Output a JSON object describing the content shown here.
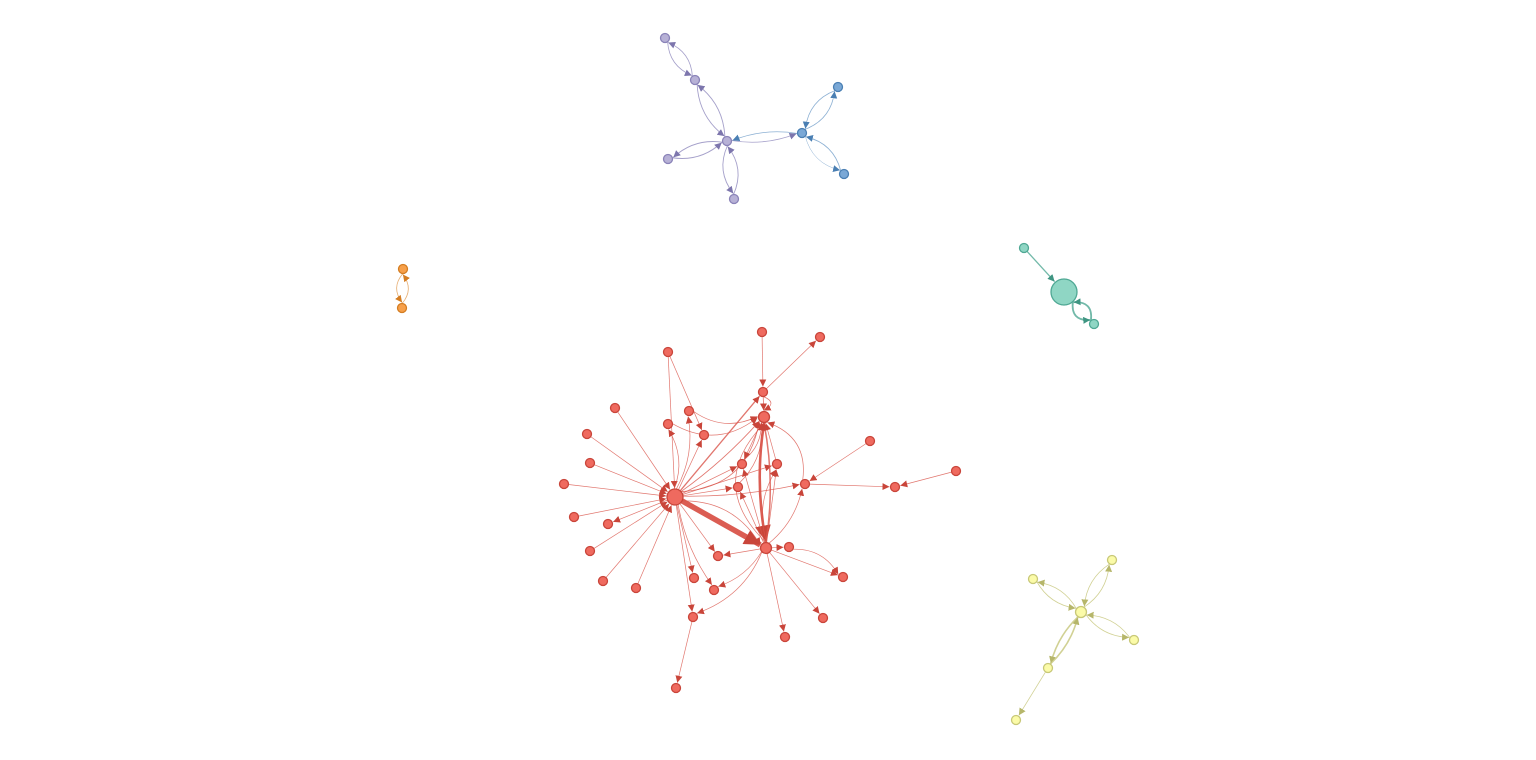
{
  "graph": {
    "communities": [
      {
        "id": "red",
        "fill": "#ef6a5f",
        "stroke": "#c9453a",
        "edge": "#d9544a",
        "arrow": "#c9453a"
      },
      {
        "id": "purple",
        "fill": "#b7b1d6",
        "stroke": "#8a83b8",
        "edge": "#8f88bd",
        "arrow": "#7d76ad"
      },
      {
        "id": "blue",
        "fill": "#7aa8d6",
        "stroke": "#4a7fb3",
        "edge": "#6f9cc8",
        "arrow": "#4a7fb3"
      },
      {
        "id": "teal",
        "fill": "#8fd6c4",
        "stroke": "#4fa894",
        "edge": "#4fa894",
        "arrow": "#3f9582"
      },
      {
        "id": "yellow",
        "fill": "#fbfba8",
        "stroke": "#c8c878",
        "edge": "#c6c679",
        "arrow": "#b6b66a"
      },
      {
        "id": "orange",
        "fill": "#f7a04a",
        "stroke": "#d47d22",
        "edge": "#e09a4f",
        "arrow": "#d47d22"
      }
    ]
  }
}
